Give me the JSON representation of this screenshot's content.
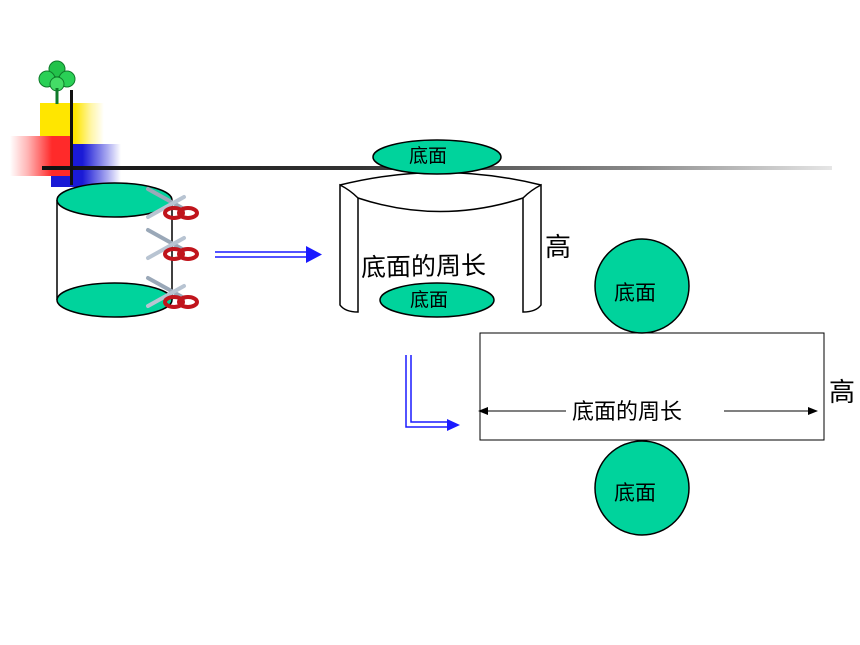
{
  "labels": {
    "base": "底面",
    "base_perimeter": "底面的周长",
    "height": "高"
  },
  "colors": {
    "base_fill": "#00d39c",
    "arrow_blue": "#1a1aff",
    "deco_yellow": "#ffe600",
    "deco_red": "#ff2a2a",
    "deco_blue": "#1a1ad6",
    "clover_green": "#22c24a",
    "scissor_red": "#c0141c"
  },
  "icons": [
    "clover-icon",
    "scissors-icon"
  ]
}
